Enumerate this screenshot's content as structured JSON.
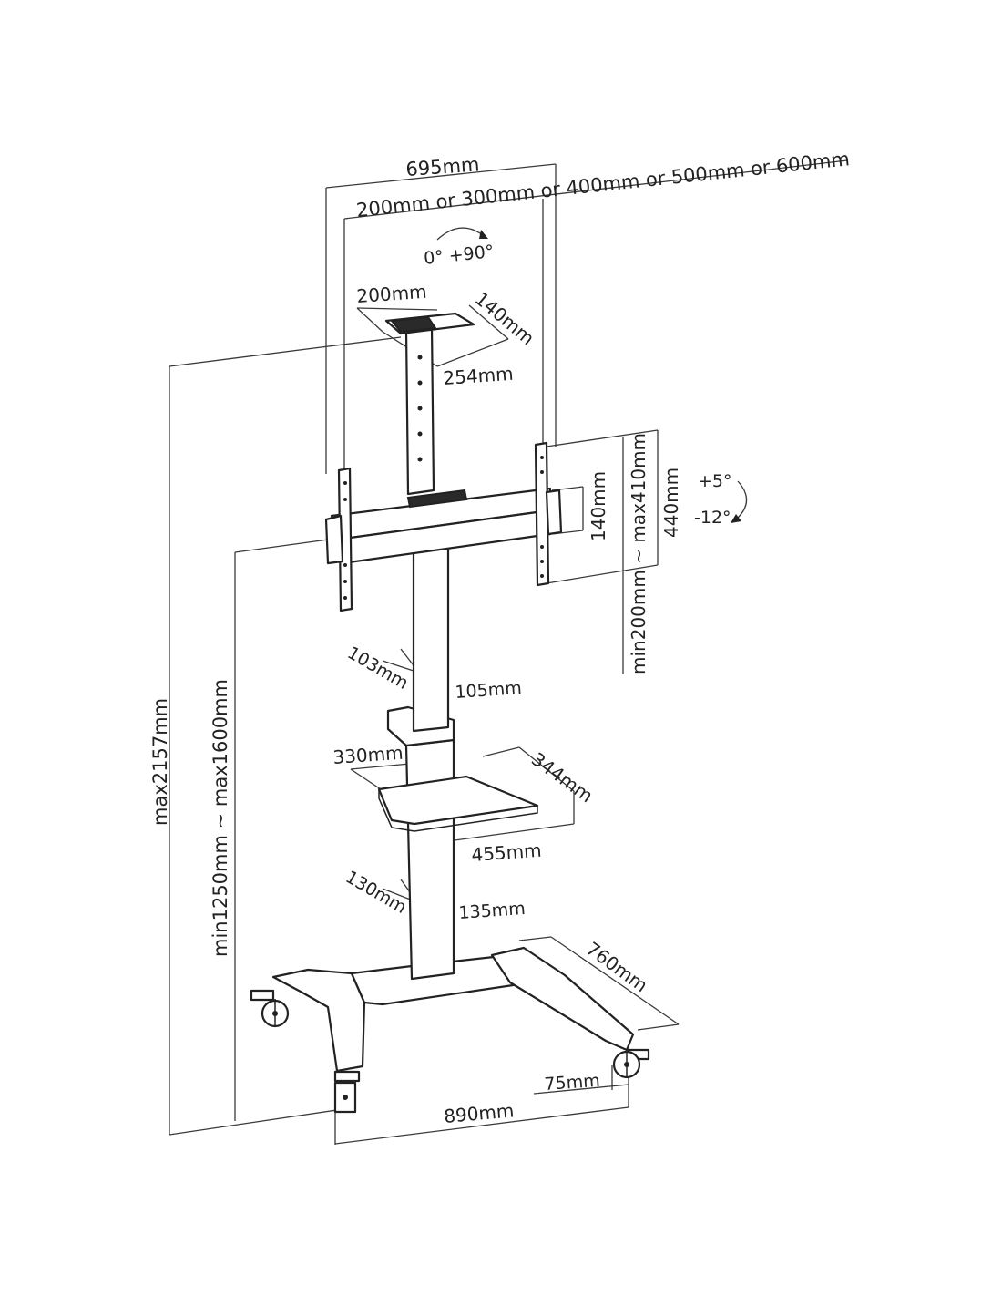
{
  "labels": {
    "overall_width": "695mm",
    "vesa_widths": "200mm or 300mm or 400mm or 500mm or 600mm",
    "rotation": "0°  +90°",
    "top_tray_width": "200mm",
    "top_tray_depth": "140mm",
    "top_tray_height": "254mm",
    "bracket_height": "140mm",
    "vesa_heights": "min200mm ~ max410mm",
    "arm_height": "440mm",
    "tilt_up": "+5°",
    "tilt_down": "-12°",
    "max_height": "max2157mm",
    "center_height_range": "min1250mm ~ max1600mm",
    "upper_column_depth": "103mm",
    "upper_column_width": "105mm",
    "shelf_front_width": "330mm",
    "shelf_depth": "344mm",
    "shelf_back_width": "455mm",
    "lower_column_depth": "130mm",
    "lower_column_width": "135mm",
    "base_depth": "760mm",
    "caster_width": "75mm",
    "base_width": "890mm"
  }
}
